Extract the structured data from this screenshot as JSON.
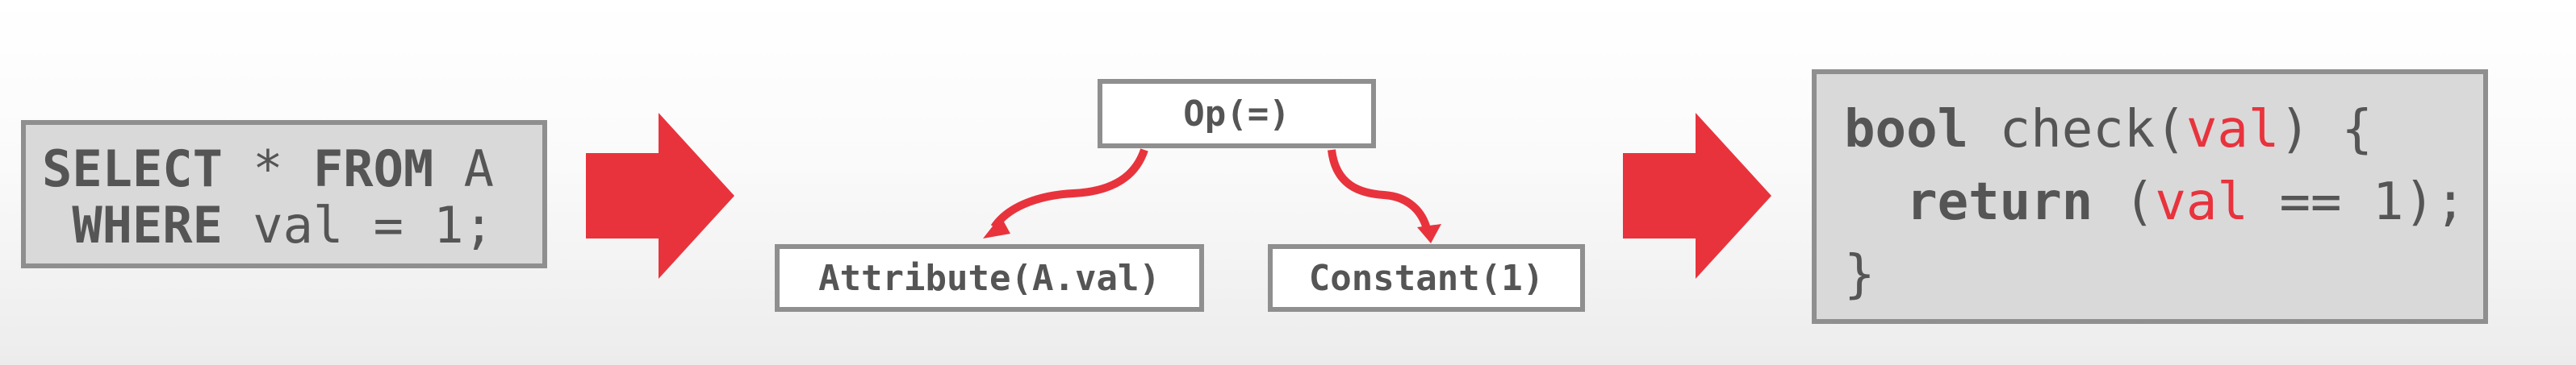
{
  "sql": {
    "line1": {
      "kw1": "SELECT",
      "mid": " * ",
      "kw2": "FROM",
      "rest": " A"
    },
    "line2": {
      "kw": "WHERE",
      "rest": " val = 1;"
    }
  },
  "tree": {
    "root": "Op(=)",
    "left": "Attribute(A.val)",
    "right": "Constant(1)"
  },
  "code": {
    "line1": {
      "kw": "bool",
      "fn": " check(",
      "arg": "val",
      "tail": ") {"
    },
    "line2": {
      "kw": "return",
      "open": " (",
      "arg": "val",
      "tail": " == 1);"
    },
    "line3": "}"
  },
  "colors": {
    "accent": "#e8333d",
    "box_fill": "#d9d9d9",
    "border": "#8f8f8f",
    "text": "#555555"
  }
}
